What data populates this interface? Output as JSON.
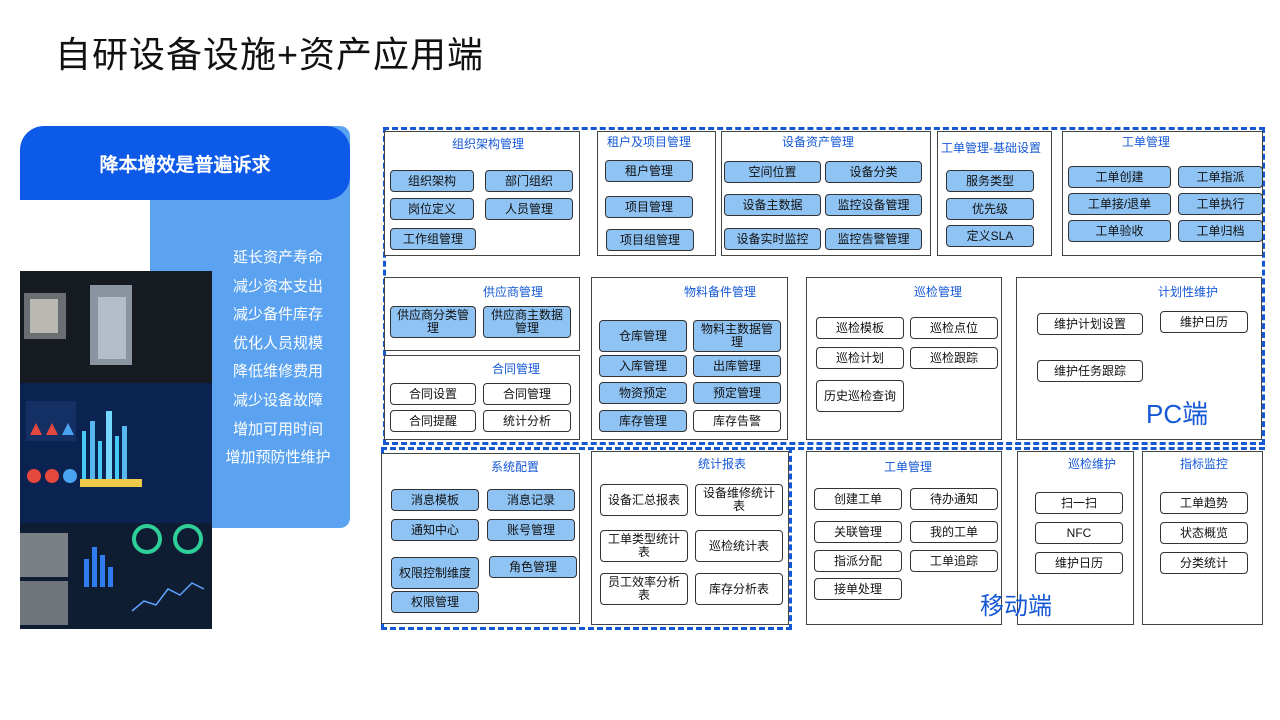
{
  "title": "自研设备设施+资产应用端",
  "banner": "降本增效是普遍诉求",
  "benefits": [
    "延长资产寿命",
    "减少资本支出",
    "减少备件库存",
    "优化人员规模",
    "降低维修费用",
    "减少设备故障",
    "增加可用时间",
    "增加预防性维护"
  ],
  "pc_label": "PC端",
  "mobile_label": "移动端",
  "colors": {
    "accent": "#1558d6",
    "banner": "#0d5ae8",
    "panel": "#5ba3f0",
    "button_blue": "#8fc3f3"
  },
  "modules": [
    {
      "title": "组织架构管理",
      "items": [
        "组织架构",
        "部门组织",
        "岗位定义",
        "人员管理",
        "工作组管理"
      ]
    },
    {
      "title": "租户及项目管理",
      "items": [
        "租户管理",
        "项目管理",
        "项目组管理"
      ]
    },
    {
      "title": "设备资产管理",
      "items": [
        "空间位置",
        "设备分类",
        "设备主数据",
        "监控设备管理",
        "设备实时监控",
        "监控告警管理"
      ]
    },
    {
      "title": "工单管理-基础设置",
      "items": [
        "服务类型",
        "优先级",
        "定义SLA"
      ]
    },
    {
      "title": "工单管理",
      "items": [
        "工单创建",
        "工单指派",
        "工单接/退单",
        "工单执行",
        "工单验收",
        "工单归档"
      ]
    },
    {
      "title": "供应商管理",
      "items": [
        "供应商分类管理",
        "供应商主数据管理"
      ]
    },
    {
      "title": "合同管理",
      "items": [
        "合同设置",
        "合同管理",
        "合同提醒",
        "统计分析"
      ]
    },
    {
      "title": "物料备件管理",
      "items": [
        "仓库管理",
        "物料主数据管理",
        "入库管理",
        "出库管理",
        "物资预定",
        "预定管理",
        "库存管理",
        "库存告警"
      ]
    },
    {
      "title": "巡检管理",
      "items": [
        "巡检模板",
        "巡检点位",
        "巡检计划",
        "巡检跟踪",
        "历史巡检查询"
      ]
    },
    {
      "title": "计划性维护",
      "items": [
        "维护计划设置",
        "维护日历",
        "维护任务跟踪"
      ]
    },
    {
      "title": "系统配置",
      "items": [
        "消息模板",
        "消息记录",
        "通知中心",
        "账号管理",
        "权限控制维度",
        "角色管理",
        "权限管理"
      ]
    },
    {
      "title": "统计报表",
      "items": [
        "设备汇总报表",
        "设备维修统计表",
        "工单类型统计表",
        "巡检统计表",
        "员工效率分析表",
        "库存分析表"
      ]
    },
    {
      "title": "工单管理",
      "items": [
        "创建工单",
        "待办通知",
        "关联管理",
        "我的工单",
        "指派分配",
        "工单追踪",
        "接单处理"
      ]
    },
    {
      "title": "巡检维护",
      "items": [
        "扫一扫",
        "NFC",
        "维护日历"
      ]
    },
    {
      "title": "指标监控",
      "items": [
        "工单趋势",
        "状态概览",
        "分类统计"
      ]
    }
  ]
}
